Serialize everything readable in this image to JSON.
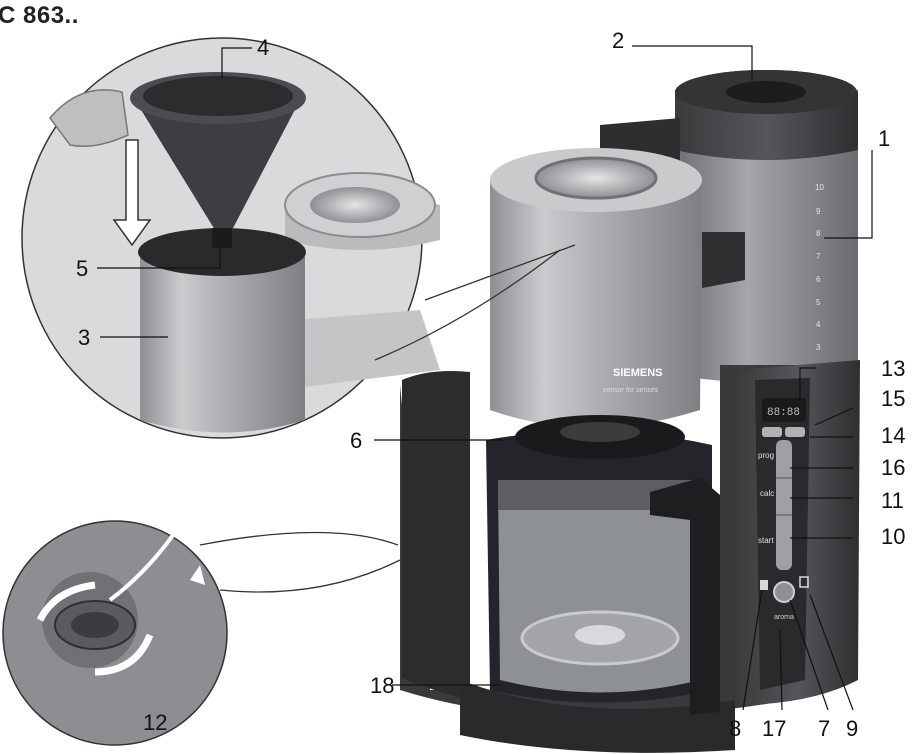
{
  "title": "C 863..",
  "brand": {
    "name": "SIEMENS",
    "tagline": "sensor for senses"
  },
  "controls": {
    "prog": "prog",
    "calc": "calc",
    "start": "start",
    "aroma": "aroma",
    "display": "88:88"
  },
  "water_scale": [
    "10",
    "9",
    "8",
    "7",
    "6",
    "5",
    "4",
    "3"
  ],
  "callouts": {
    "c1": "1",
    "c2": "2",
    "c3": "3",
    "c4": "4",
    "c5": "5",
    "c6": "6",
    "c7": "7",
    "c8": "8",
    "c9": "9",
    "c10": "10",
    "c11": "11",
    "c12": "12",
    "c13": "13",
    "c14": "14",
    "c15": "15",
    "c16": "16",
    "c17": "17",
    "c18": "18"
  }
}
